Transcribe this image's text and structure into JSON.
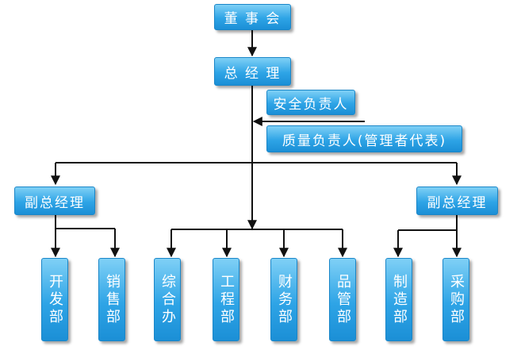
{
  "diagram": {
    "top": {
      "board": "董 事 会",
      "gm": "总 经 理"
    },
    "staff": {
      "safety": "安全负责人",
      "quality": "质量负责人(管理者代表)"
    },
    "deputies": {
      "left": "副总经理",
      "right": "副总经理"
    },
    "departments": {
      "dev": "开发部",
      "sales": "销售部",
      "general_office": "综合办",
      "engineering": "工程部",
      "finance": "财务部",
      "quality_control": "品管部",
      "manufacturing": "制造部",
      "procurement": "采购部"
    }
  },
  "colors": {
    "box": "#2ea4e6",
    "line": "#111111",
    "text": "#ffffff"
  }
}
